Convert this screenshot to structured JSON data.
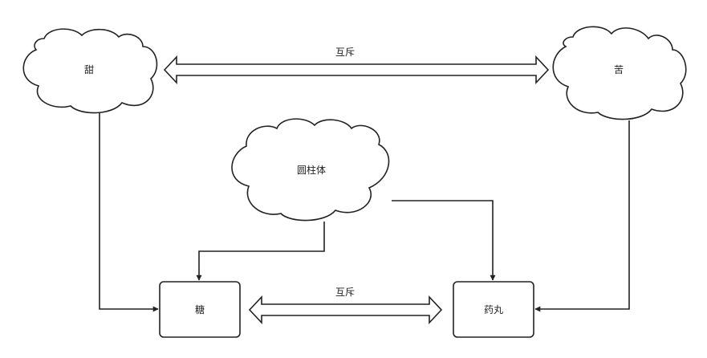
{
  "diagram": {
    "nodes": {
      "sweet": "甜",
      "bitter": "苦",
      "cylinder": "圆柱体",
      "sugar": "糖",
      "pill": "药丸"
    },
    "edges": {
      "top_mutual": "互斥",
      "bottom_mutual": "互斥"
    }
  },
  "colors": {
    "stroke": "#222222",
    "fill": "#ffffff"
  }
}
